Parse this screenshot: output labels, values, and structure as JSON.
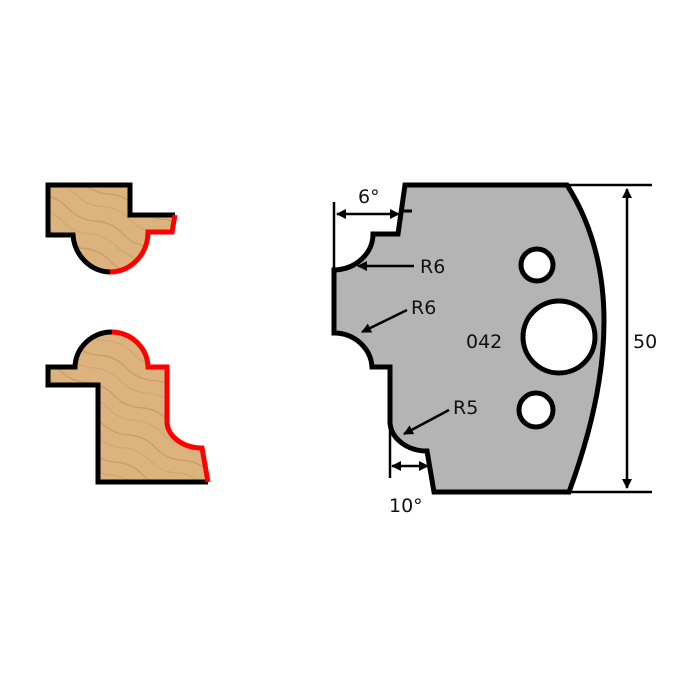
{
  "colors": {
    "wood": "#dcb27f",
    "wood_grain": "#c4955f",
    "blade": "#b4b4b4",
    "outline": "#000000",
    "cut_edge": "#ff0000",
    "hole": "#ffffff"
  },
  "blade": {
    "part_number": "042",
    "height_dimension": "50",
    "top_angle": "6°",
    "bottom_angle": "10°",
    "radius_top": "R6",
    "radius_middle": "R6",
    "radius_bottom": "R5"
  }
}
